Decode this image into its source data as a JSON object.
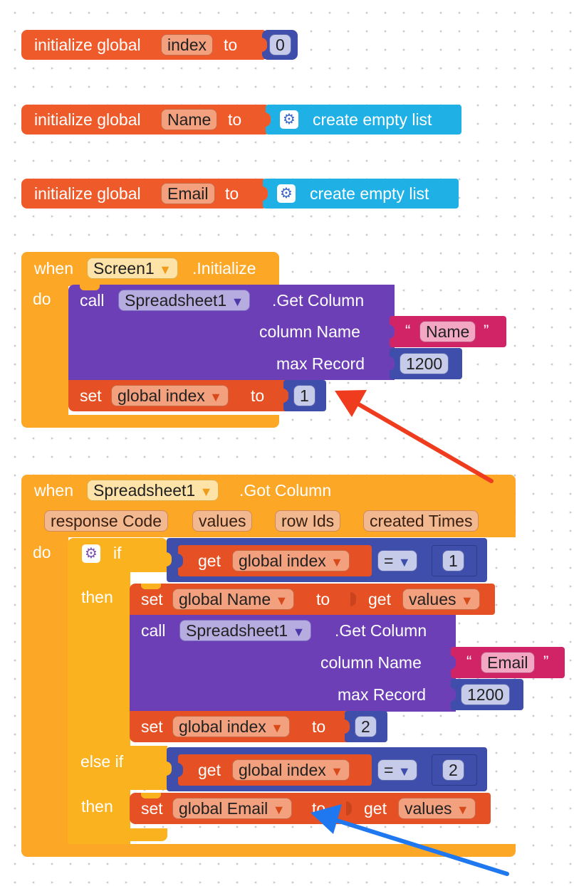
{
  "globals": [
    {
      "label": "initialize global",
      "name": "index",
      "to": "to",
      "value": "0"
    },
    {
      "label": "initialize global",
      "name": "Name",
      "to": "to",
      "value": "create empty list"
    },
    {
      "label": "initialize global",
      "name": "Email",
      "to": "to",
      "value": "create empty list"
    }
  ],
  "screen_event": {
    "when": "when",
    "component": "Screen1",
    "event": ".Initialize",
    "do": "do",
    "call": "call",
    "call_component": "Spreadsheet1",
    "method": ".Get Column",
    "column_label": "column Name",
    "column_value": "Name",
    "max_label": "max Record",
    "max_value": "1200",
    "set": "set",
    "set_var": "global index",
    "to": "to",
    "set_value": "1"
  },
  "got_column_event": {
    "when": "when",
    "component": "Spreadsheet1",
    "event": ".Got Column",
    "params": [
      "response Code",
      "values",
      "row Ids",
      "created Times"
    ],
    "do": "do",
    "if": "if",
    "then": "then",
    "else_if": "else if",
    "cond1": {
      "get": "get",
      "var": "global index",
      "op": "=",
      "value": "1"
    },
    "then1_set": {
      "set": "set",
      "var": "global Name",
      "to": "to",
      "get": "get",
      "get_var": "values"
    },
    "then1_call": {
      "call": "call",
      "component": "Spreadsheet1",
      "method": ".Get Column",
      "column_label": "column Name",
      "column_value": "Email",
      "max_label": "max Record",
      "max_value": "1200"
    },
    "then1_set2": {
      "set": "set",
      "var": "global index",
      "to": "to",
      "value": "2"
    },
    "cond2": {
      "get": "get",
      "var": "global index",
      "op": "=",
      "value": "2"
    },
    "then2_set": {
      "set": "set",
      "var": "global Email",
      "to": "to",
      "get": "get",
      "get_var": "values"
    }
  },
  "annotations": {
    "red_arrow_color": "#f03c1e",
    "blue_arrow_color": "#1f78ef"
  },
  "icons": {
    "mutator": "gear-icon",
    "dropdown": "dropdown-triangle-icon",
    "quote_open": "“",
    "quote_close": "”"
  }
}
